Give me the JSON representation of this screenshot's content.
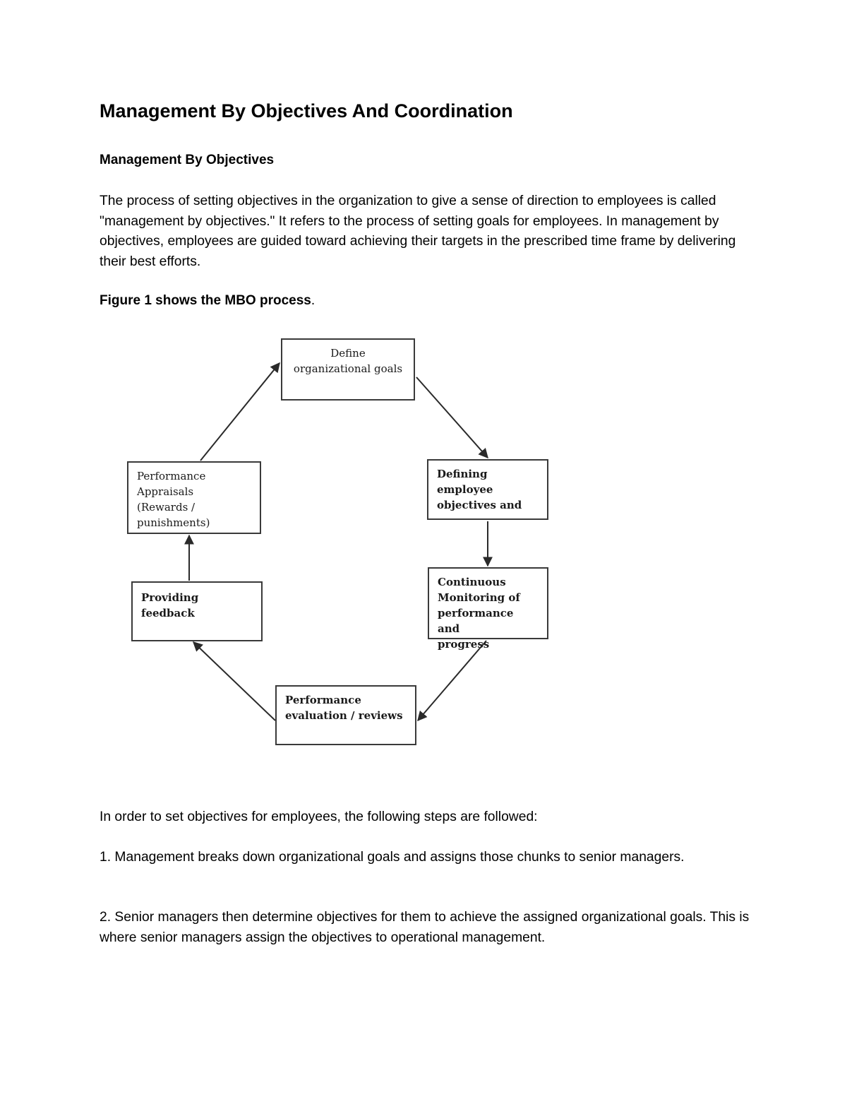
{
  "document": {
    "title": "Management By Objectives And Coordination",
    "subheading": "Management By Objectives",
    "intro_paragraph": "The process of setting objectives in the organization to give a sense of direction to employees is called \"management by objectives.\" It refers to the process of setting goals for employees. In management by objectives, employees are guided toward achieving their targets in the prescribed time frame by delivering their best efforts.",
    "figure_caption": "Figure 1 shows the MBO process",
    "figure_caption_end": ".",
    "steps_intro": "In order to set objectives for employees, the following steps are followed:",
    "step_1": "1. Management breaks down organizational goals and assigns those chunks to senior managers.",
    "step_2": "2. Senior managers then determine objectives for them to achieve the assigned organizational goals. This is where senior managers assign the objectives to operational management."
  },
  "diagram": {
    "nodes": {
      "define_goals": "Define\norganizational goals",
      "defining_objectives": "Defining\nemployee\nobjectives and",
      "monitoring": "Continuous\nMonitoring of\nperformance and\nprogress",
      "evaluation": "Performance\nevaluation / reviews",
      "feedback": "Providing feedback",
      "appraisals": "Performance\nAppraisals\n(Rewards /\npunishments)"
    }
  }
}
